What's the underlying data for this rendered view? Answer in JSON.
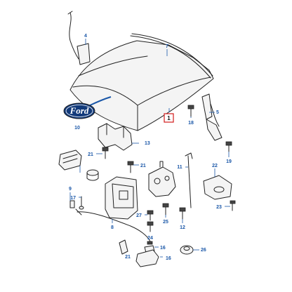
{
  "diagram": {
    "colors": {
      "callout": "#1a57a8",
      "highlight_box": "#d11a1a",
      "line": "#222222",
      "emblem": "#123a7a"
    },
    "emblem_text": "Ford",
    "callouts": {
      "c1": "1",
      "c4": "4",
      "c5": "5",
      "c7": "7",
      "c8": "8",
      "c9": "9",
      "c10": "10",
      "c11": "11",
      "c12": "12",
      "c13": "13",
      "c16": "16",
      "c17": "17",
      "c18": "18",
      "c19": "19",
      "c21a": "21",
      "c21b": "21",
      "c22": "22",
      "c23": "23",
      "c24": "24",
      "c25": "25",
      "c26": "26",
      "c27": "27"
    }
  }
}
